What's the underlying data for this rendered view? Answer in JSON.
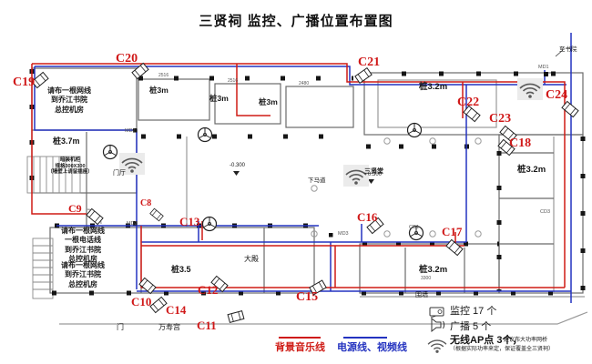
{
  "title": "三贤祠 监控、广播位置布置图",
  "cameras": {
    "c8": "C8",
    "c9": "C9",
    "c10": "C10",
    "c11": "C11",
    "c12": "C12",
    "c13": "C13",
    "c14": "C14",
    "c15": "C15",
    "c16": "C16",
    "c17": "C17",
    "c18": "C18",
    "c19": "C19",
    "c20": "C20",
    "c21": "C21",
    "c22": "C22",
    "c23": "C23",
    "c24": "C24"
  },
  "notes": {
    "net1": [
      "请布一根网线",
      "到乔江书院",
      "总控机房"
    ],
    "net2": [
      "请布一根网线",
      "一根电话线",
      "到乔江书院",
      "总控机房"
    ],
    "net3": [
      "请布一根网线",
      "到乔江书院",
      "总控机房"
    ],
    "cabinet": [
      "暗装机柜",
      "规格300X300",
      "（墙壁上请留插座）"
    ]
  },
  "rooms": {
    "pole_3m": "桩3m",
    "pole_32m": "桩3.2m",
    "pole_35m": "桩3.5",
    "pole_37m": "桩3.7m",
    "main_hall": "大殿",
    "entry_hall": "门厅",
    "sanxian_hall": "三贤堂",
    "xiamadao": "下马道",
    "wanshou_palace": "万寿宫",
    "gate": "门",
    "wall": "围墙",
    "to_academy": "至书院",
    "elev_a": "-0.300",
    "elev_b": "0.300"
  },
  "marks": {
    "md1": "MD1",
    "md2": "MD2",
    "md3": "MD3",
    "cd1": "CD1",
    "cd3": "CD3",
    "dim_a": "2516",
    "dim_b": "2516",
    "dim_c": "2480",
    "dim_d": "3300"
  },
  "legend": {
    "music_line": "背景音乐线",
    "power_line": "电源线、视频线",
    "camera_count": "监控 17 个",
    "speaker_count": "广播 5 个",
    "ap_count": "无线AP点 3个，",
    "ap_note": "建议布大功率网桥",
    "ap_note2": "（根据实际功率来定，保证覆盖全三贤祠）"
  },
  "colors": {
    "music_line": "#cf1b15",
    "power_line": "#2433c0"
  }
}
